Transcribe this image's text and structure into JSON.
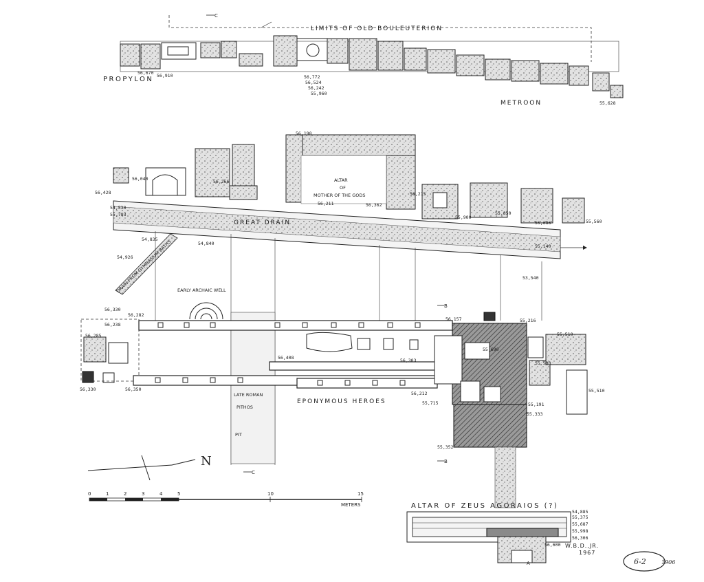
{
  "labels": {
    "limits": "LIMITS OF OLD BOULEUTERION",
    "propylon": "PROPYLON",
    "metroon": "METROON",
    "altar_mother_1": "ALTAR",
    "altar_mother_2": "OF",
    "altar_mother_3": "MOTHER OF THE GODS",
    "great_drain": "GREAT DRAIN",
    "drain_gymnasium": "DRAIN FROM GYMNASIUM BATHS",
    "early_archaic_well": "EARLY ARCHAIC WELL",
    "late_roman": "LATE ROMAN",
    "pithos": "PITHOS",
    "pit": "PIT",
    "eponymous_heroes": "EPONYMOUS HEROES",
    "altar_zeus": "ALTAR OF ZEUS AGORAIOS (?)",
    "signature_1": "W.B.D.,JR.",
    "signature_2": "1967",
    "sheet_number": "6-2",
    "sheet_extra": "1906",
    "north": "N",
    "meters": "METERS",
    "section_c": "C",
    "section_b": "B",
    "section_a": "A"
  },
  "scale": {
    "ticks": [
      "0",
      "1",
      "2",
      "3",
      "4",
      "5",
      "10",
      "15"
    ]
  },
  "elevations": {
    "e56670": "56,670",
    "e56910": "56,910",
    "e56772": "56,772",
    "e56524": "56,524",
    "e56242": "56,242",
    "e55960": "55,960",
    "e55628": "55,628",
    "e56190": "56,190",
    "e56040": "56,040",
    "e56266": "56,266",
    "e56428": "56,428",
    "e54530": "54,530",
    "e55783": "55,783",
    "e56211": "56,211",
    "e56362": "56,362",
    "e56215": "56,215",
    "e55900": "55,900",
    "e55850": "55,850",
    "e55686": "55,686",
    "e55560": "55,560",
    "e54835": "54,835",
    "e54840": "54,840",
    "e54926": "54,926",
    "e55140": "55,140",
    "e53540": "53,540",
    "e56330a": "56,330",
    "e56238": "56,238",
    "e56282": "56,282",
    "e56157": "56,157",
    "e55216": "55,216",
    "e55510a": "55,510",
    "e56285": "56,285",
    "e55690": "55,690",
    "e56408": "56,408",
    "e56303": "56,303",
    "e55500": "55,500",
    "e55510b": "55,510",
    "e56330b": "56,330",
    "e56350": "56,350",
    "e56212": "56,212",
    "e55715": "55,715",
    "e55191": "55,191",
    "e55333": "55,333",
    "e55352": "55,352",
    "e54885": "54,885",
    "e55375": "55,375",
    "e55687": "55,687",
    "e55998": "55,998",
    "e56306": "56,306",
    "e56600": "56,600"
  }
}
